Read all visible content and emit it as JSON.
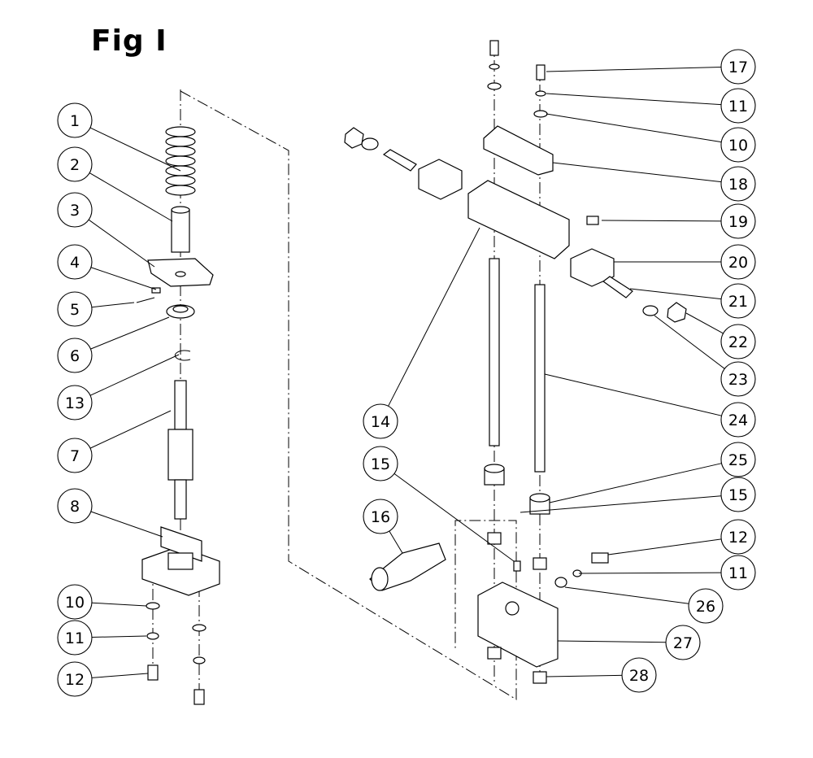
{
  "figure": {
    "title": "Fig I"
  },
  "balloons": [
    {
      "label": "1"
    },
    {
      "label": "2"
    },
    {
      "label": "3"
    },
    {
      "label": "4"
    },
    {
      "label": "5"
    },
    {
      "label": "6"
    },
    {
      "label": "13"
    },
    {
      "label": "7"
    },
    {
      "label": "8"
    },
    {
      "label": "10"
    },
    {
      "label": "11"
    },
    {
      "label": "12"
    },
    {
      "label": "17"
    },
    {
      "label": "11"
    },
    {
      "label": "10"
    },
    {
      "label": "18"
    },
    {
      "label": "19"
    },
    {
      "label": "20"
    },
    {
      "label": "21"
    },
    {
      "label": "22"
    },
    {
      "label": "23"
    },
    {
      "label": "24"
    },
    {
      "label": "25"
    },
    {
      "label": "15"
    },
    {
      "label": "12"
    },
    {
      "label": "11"
    },
    {
      "label": "26"
    },
    {
      "label": "27"
    },
    {
      "label": "28"
    },
    {
      "label": "14"
    },
    {
      "label": "15"
    },
    {
      "label": "16"
    }
  ]
}
